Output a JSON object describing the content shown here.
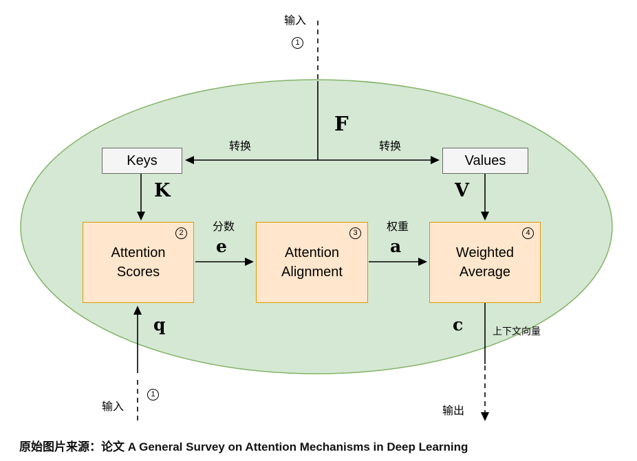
{
  "diagram": {
    "input_top": {
      "label": "输入",
      "step": "1"
    },
    "input_bottom": {
      "label": "输入",
      "step": "1"
    },
    "output": {
      "label": "输出"
    },
    "edge_labels": {
      "transform_left": "转换",
      "transform_right": "转换",
      "score": "分数",
      "weight": "权重",
      "context_vector": "上下文向量"
    },
    "vars": {
      "F": "F",
      "K": "K",
      "V": "V",
      "e": "e",
      "a": "a",
      "q": "q",
      "c": "c"
    },
    "nodes": {
      "keys": {
        "label": "Keys"
      },
      "values": {
        "label": "Values"
      },
      "attention_scores": {
        "label": "Attention\nScores",
        "step": "2"
      },
      "attention_alignment": {
        "label": "Attention\nAlignment",
        "step": "3"
      },
      "weighted_average": {
        "label": "Weighted\nAverage",
        "step": "4"
      }
    },
    "colors": {
      "ellipse_fill": "#d5e8d4",
      "ellipse_stroke": "#82b366",
      "box_orange_fill": "#ffe6cc",
      "box_orange_stroke": "#d79b00",
      "box_gray_fill": "#f5f5f5",
      "box_gray_stroke": "#666666"
    },
    "caption": "原始图片来源：论文 A General Survey on Attention Mechanisms in Deep Learning"
  }
}
